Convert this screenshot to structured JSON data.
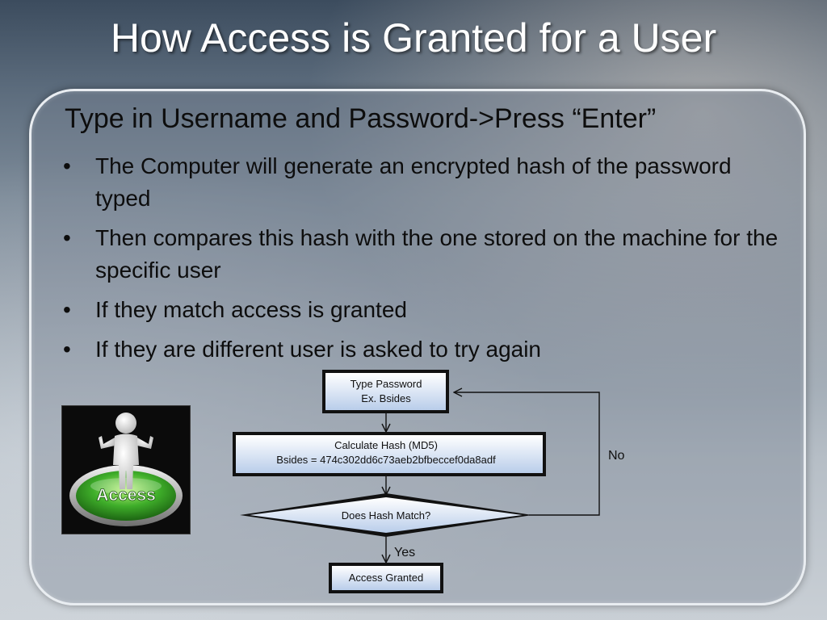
{
  "slide": {
    "title": "How Access is Granted for a User",
    "subheading": "Type in Username and Password->Press “Enter”",
    "bullets": [
      "The Computer will generate an encrypted hash of the password typed",
      "Then compares this hash with the one stored on the machine for the specific user",
      "If they match access is granted",
      "If they are different user is asked to try again"
    ],
    "bullet_glyph": "•"
  },
  "image": {
    "icon": "access-button-icon",
    "button_text": "Access"
  },
  "flowchart": {
    "step1": {
      "line1": "Type Password",
      "line2": "Ex. Bsides"
    },
    "step2": {
      "line1": "Calculate Hash (MD5)",
      "line2": "Bsides = 474c302dd6c73aeb2bfbeccef0da8adf"
    },
    "decision": "Does Hash Match?",
    "no_label": "No",
    "yes_label": "Yes",
    "end": "Access Granted"
  },
  "colors": {
    "box_fill_top": "#ffffff",
    "box_fill_bottom": "#b9cdea",
    "box_border": "#111111",
    "button_green": "#3fae2a"
  }
}
